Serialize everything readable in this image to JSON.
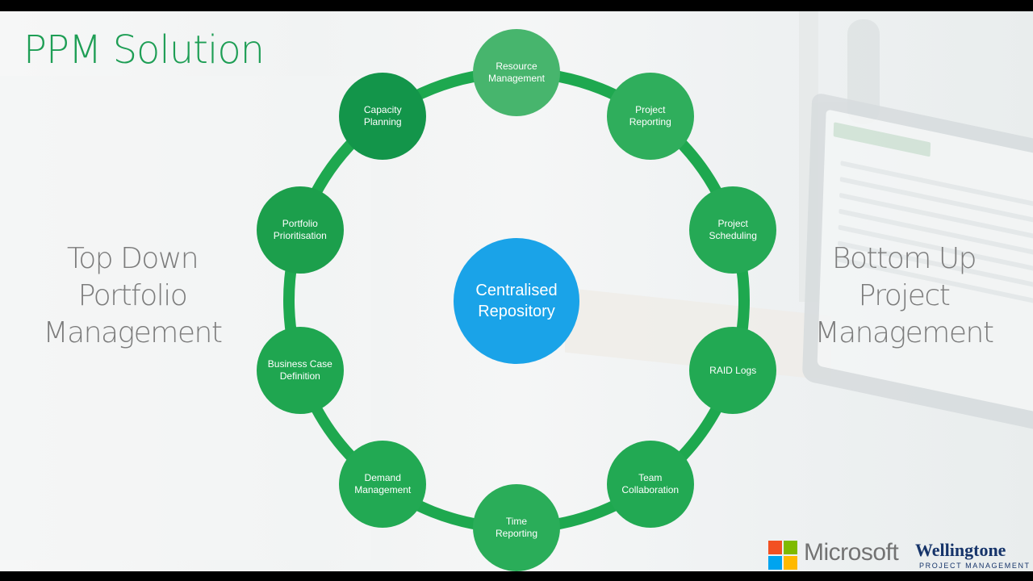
{
  "slide": {
    "title": "PPM Solution",
    "left_text": [
      "Top Down",
      "Portfolio",
      "Management"
    ],
    "right_text": [
      "Bottom Up",
      "Project",
      "Management"
    ],
    "center": {
      "lines": [
        "Centralised",
        "Repository"
      ],
      "color": "#1aa3e8"
    },
    "ring_color": "#1ea84f",
    "nodes": [
      {
        "label": [
          "Resource",
          "Management"
        ],
        "color": "#47b56d"
      },
      {
        "label": [
          "Project",
          "Reporting"
        ],
        "color": "#2fae5c"
      },
      {
        "label": [
          "Project",
          "Scheduling"
        ],
        "color": "#25a955"
      },
      {
        "label": [
          "RAID Logs"
        ],
        "color": "#22a953"
      },
      {
        "label": [
          "Team",
          "Collaboration"
        ],
        "color": "#22a953"
      },
      {
        "label": [
          "Time",
          "Reporting"
        ],
        "color": "#2aad59"
      },
      {
        "label": [
          "Demand",
          "Management"
        ],
        "color": "#22a953"
      },
      {
        "label": [
          "Business Case",
          "Definition"
        ],
        "color": "#1fa650"
      },
      {
        "label": [
          "Portfolio",
          "Prioritisation"
        ],
        "color": "#1c9f4c"
      },
      {
        "label": [
          "Capacity",
          "Planning"
        ],
        "color": "#13954a"
      }
    ]
  },
  "branding": {
    "microsoft": "Microsoft",
    "microsoft_colors": [
      "#f25022",
      "#7fba00",
      "#00a4ef",
      "#ffb900"
    ],
    "partner_name": "Wellingtone",
    "partner_tagline": "PROJECT MANAGEMENT"
  }
}
